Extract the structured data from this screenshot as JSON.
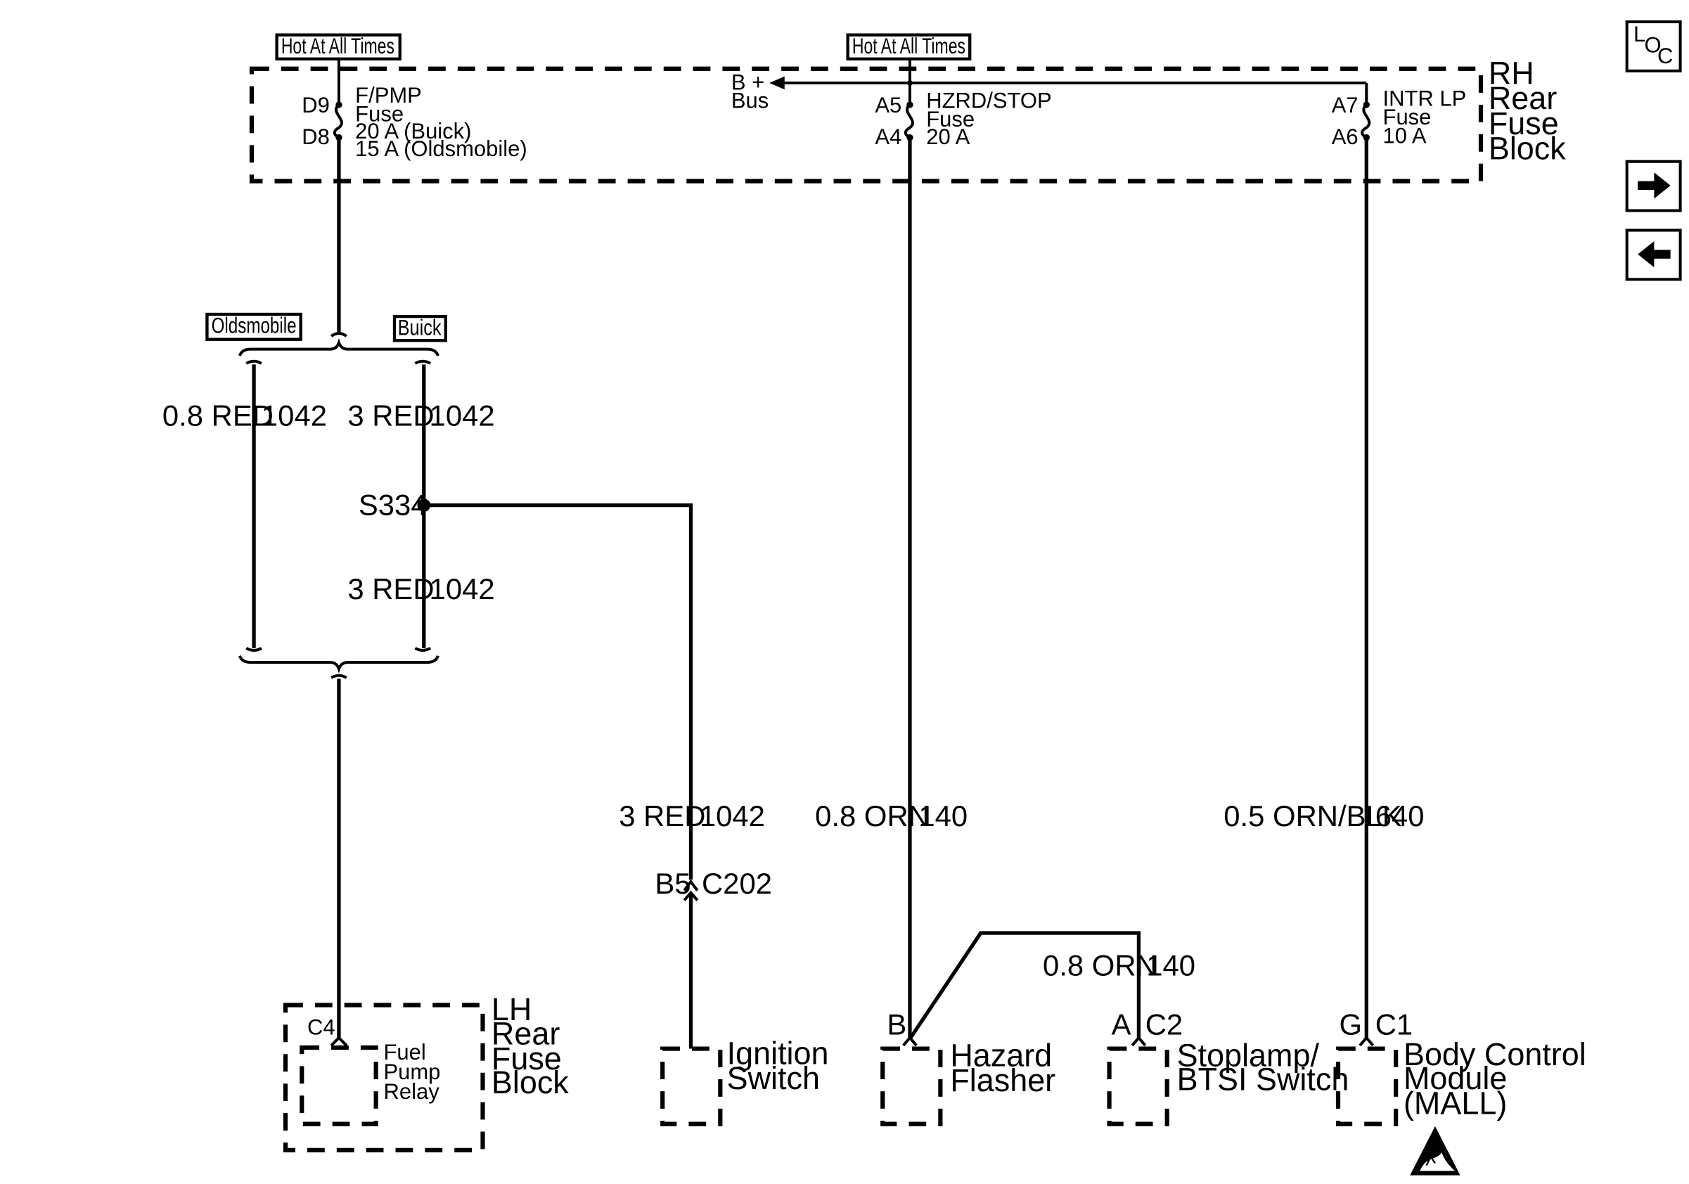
{
  "nav": {
    "loc_l": "L",
    "loc_o": "O",
    "loc_c": "C",
    "next_icon": "arrow-right-icon",
    "prev_icon": "arrow-left-icon"
  },
  "power": {
    "hot_label_1": "Hot At All Times",
    "hot_label_2": "Hot At All Times",
    "bus_label_1": "B +",
    "bus_label_2": "Bus"
  },
  "rh_fuse_block": {
    "name_lines": [
      "RH",
      "Rear",
      "Fuse",
      "Block"
    ],
    "fuses": [
      {
        "in_pin": "D9",
        "out_pin": "D8",
        "lines": [
          "F/PMP",
          "Fuse",
          "20 A (Buick)",
          "15 A (Oldsmobile)"
        ]
      },
      {
        "in_pin": "A5",
        "out_pin": "A4",
        "lines": [
          "HZRD/STOP",
          "Fuse",
          "20 A"
        ]
      },
      {
        "in_pin": "A7",
        "out_pin": "A6",
        "lines": [
          "INTR LP",
          "Fuse",
          "10 A"
        ]
      }
    ]
  },
  "options": {
    "oldsmobile": "Oldsmobile",
    "buick": "Buick"
  },
  "wires": [
    {
      "gauge_color": "0.8 RED",
      "circuit": "1042"
    },
    {
      "gauge_color": "3 RED",
      "circuit": "1042"
    },
    {
      "gauge_color": "3 RED",
      "circuit": "1042"
    },
    {
      "gauge_color": "3 RED",
      "circuit": "1042"
    },
    {
      "gauge_color": "0.8 ORN",
      "circuit": "140"
    },
    {
      "gauge_color": "0.5 ORN/BLK",
      "circuit": "640"
    },
    {
      "gauge_color": "0.8 ORN",
      "circuit": "140"
    }
  ],
  "splice": "S334",
  "connector_c202": {
    "pin": "B5",
    "name": "C202"
  },
  "components": {
    "lh_block_lines": [
      "LH",
      "Rear",
      "Fuse",
      "Block"
    ],
    "lh_connector": "C4",
    "relay_lines": [
      "Fuel",
      "Pump",
      "Relay"
    ],
    "ignition_lines": [
      "Ignition",
      "Switch"
    ],
    "hazard_pin": "B",
    "hazard_lines": [
      "Hazard",
      "Flasher"
    ],
    "stoplamp_pin": "A",
    "stoplamp_connector": "C2",
    "stoplamp_lines": [
      "Stoplamp/",
      "BTSI Switch"
    ],
    "bcm_pin": "G",
    "bcm_connector": "C1",
    "bcm_lines": [
      "Body Control",
      "Module",
      "(MALL)"
    ],
    "esd_icon": "esd-warning-icon"
  }
}
